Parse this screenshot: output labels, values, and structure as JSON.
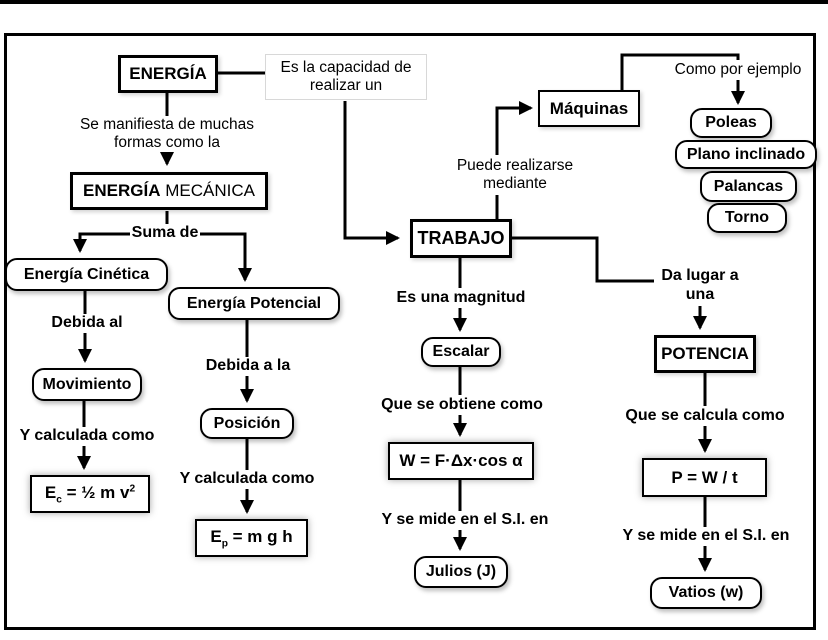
{
  "diagram": {
    "title_node": "ENERGÍA",
    "nodes": {
      "energia": "ENERGÍA",
      "energia_mecanica_bold": "ENERGÍA",
      "energia_mecanica_rest": "MECÁNICA",
      "energia_cinetica": "Energía Cinética",
      "energia_potencial": "Energía Potencial",
      "movimiento": "Movimiento",
      "posicion": "Posición",
      "trabajo": "TRABAJO",
      "maquinas": "Máquinas",
      "poleas": "Poleas",
      "plano_inclinado": "Plano inclinado",
      "palancas": "Palancas",
      "torno": "Torno",
      "escalar": "Escalar",
      "julios": "Julios (J)",
      "potencia": "POTENCIA",
      "vatios": "Vatios (w)"
    },
    "formulas": {
      "ec_base": "E",
      "ec_sub": "c",
      "ec_mid": " = ½ m v",
      "ec_sup": "2",
      "ep_base": "E",
      "ep_sub": "p",
      "ep_mid": " = m g h",
      "w": "W = F·Δx·cos α",
      "p": "P = W / t"
    },
    "connectors": {
      "es_capacidad": "Es la capacidad de realizar un",
      "se_manifiesta": "Se manifiesta de muchas formas como la",
      "suma_de": "Suma de",
      "debida_al": "Debida al",
      "debida_a_la": "Debida a la",
      "y_calculada_1": "Y calculada como",
      "y_calculada_2": "Y calculada como",
      "puede_realizarse": "Puede realizarse mediante",
      "como_ejemplo": "Como por ejemplo",
      "es_magnitud": "Es una magnitud",
      "que_obtiene": "Que se obtiene como",
      "y_mide_1": "Y se mide en el S.I. en",
      "da_lugar": "Da lugar a una",
      "que_calcula": "Que se calcula como",
      "y_mide_2": "Y se mide en el S.I. en"
    },
    "colors": {
      "line": "#000000",
      "box_border": "#000000",
      "background": "#ffffff"
    }
  }
}
